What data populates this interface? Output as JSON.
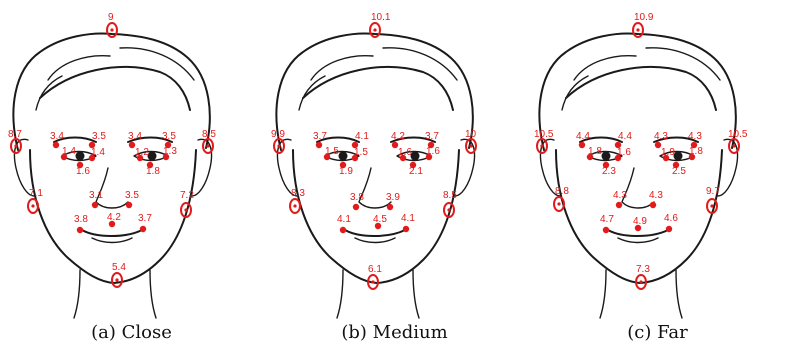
{
  "colors": {
    "marker": "#e11b1b",
    "sketch": "#1a1a1a"
  },
  "panels": [
    {
      "caption": "(a) Close",
      "landmarks": {
        "top": "9",
        "ear_l": "8.7",
        "ear_r": "8.5",
        "brow_l_out": "3.4",
        "brow_l_in": "3.5",
        "brow_r_in": "3.4",
        "brow_r_out": "3.5",
        "eye_l_out": "1.4",
        "eye_l_in": "1.4",
        "eye_l_bot": "1.6",
        "eye_r_in": "1.2",
        "eye_r_out": "1.3",
        "eye_r_bot": "1.8",
        "cheek_l": "7.1",
        "cheek_r": "7.2",
        "nose_l": "3.1",
        "nose_r": "3.5",
        "mouth_l": "3.8",
        "mouth_c": "4.2",
        "mouth_r": "3.7",
        "chin": "5.4"
      }
    },
    {
      "caption": "(b) Medium",
      "landmarks": {
        "top": "10.1",
        "ear_l": "9.9",
        "ear_r": "10",
        "brow_l_out": "3.7",
        "brow_l_in": "4.1",
        "brow_r_in": "4.2",
        "brow_r_out": "3.7",
        "eye_l_out": "1.5",
        "eye_l_in": "1.5",
        "eye_l_bot": "1.9",
        "eye_r_in": "1.6",
        "eye_r_out": "1.6",
        "eye_r_bot": "2.1",
        "cheek_l": "8.3",
        "cheek_r": "8.5",
        "nose_l": "3.8",
        "nose_r": "3.9",
        "mouth_l": "4.1",
        "mouth_c": "4.5",
        "mouth_r": "4.1",
        "chin": "6.1"
      }
    },
    {
      "caption": "(c) Far",
      "landmarks": {
        "top": "10.9",
        "ear_l": "10.5",
        "ear_r": "10.5",
        "brow_l_out": "4.4",
        "brow_l_in": "4.4",
        "brow_r_in": "4.3",
        "brow_r_out": "4.3",
        "eye_l_out": "1.8",
        "eye_l_in": "1.6",
        "eye_l_bot": "2.3",
        "eye_r_in": "1.9",
        "eye_r_out": "1.8",
        "eye_r_bot": "2.5",
        "cheek_l": "8.8",
        "cheek_r": "9.7",
        "nose_l": "4.3",
        "nose_r": "4.3",
        "mouth_l": "4.7",
        "mouth_c": "4.9",
        "mouth_r": "4.6",
        "chin": "7.3"
      }
    }
  ]
}
